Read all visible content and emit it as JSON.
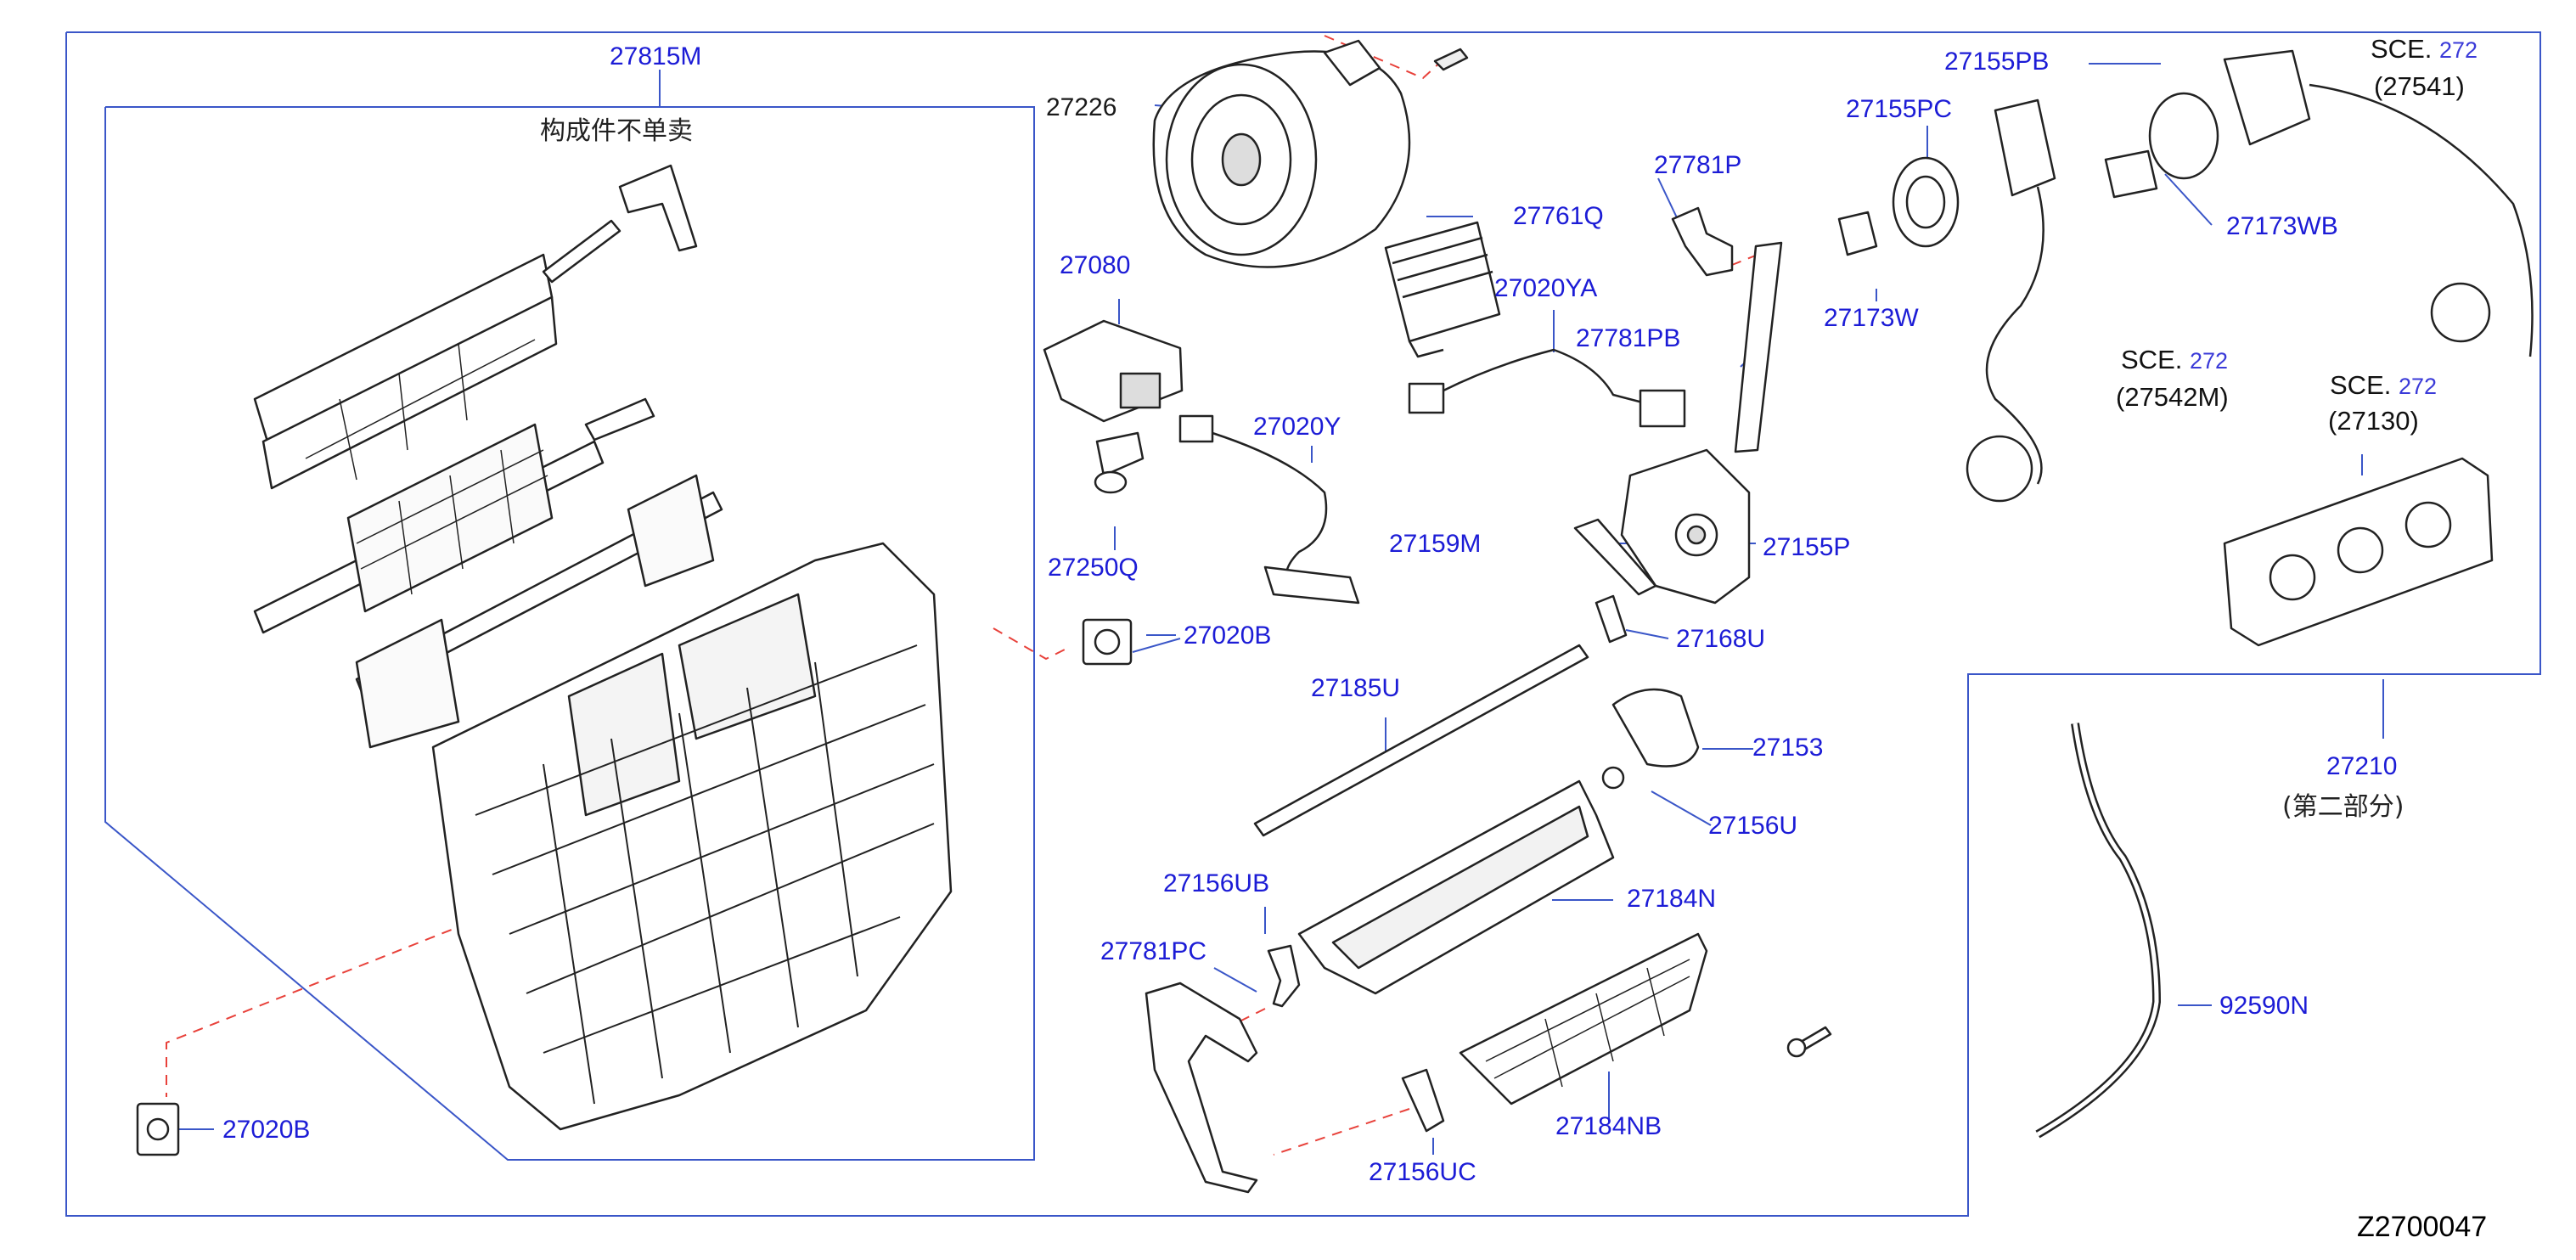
{
  "assembly_labels": {
    "heater_unit_case": "27815M",
    "blower_motor": "27226",
    "resistor": "27761Q",
    "harness_upper": "27020YA",
    "harness_lower": "27020Y",
    "actuator_main": "27080",
    "sensor_link": "27250Q",
    "clip_center": "27020B",
    "clip_bottom": "27020B",
    "lever_top": "27781P",
    "link_rod": "27781PB",
    "cam_plate": "27155P",
    "lever_m": "27159M",
    "lever_u": "27168U",
    "seal_strip": "27185U",
    "cam_small": "27153",
    "lever_small": "27156U",
    "door_main": "27184N",
    "lever_ub": "27156UB",
    "link_pc": "27781PC",
    "lever_uc": "27156UC",
    "door_grille": "27184NB",
    "gear_pc": "27155PC",
    "gear_pb": "27155PB",
    "cable_holder_w": "27173W",
    "cable_holder_wb": "27173WB",
    "panel_assy": "27210",
    "drain_hose": "92590N"
  },
  "sce_refs": {
    "ref_a": {
      "prefix": "SCE.",
      "page": "272",
      "part": "(27541)"
    },
    "ref_b": {
      "prefix": "SCE.",
      "page": "272",
      "part": "(27542M)"
    },
    "ref_c": {
      "prefix": "SCE.",
      "page": "272",
      "part": "(27130)"
    }
  },
  "notes": {
    "not_sold_separately": "构成件不单卖",
    "second_part": "(第二部分)"
  },
  "diagram_code": "Z2700047",
  "colors": {
    "frame": "#3a56c8",
    "label": "#1c1cd6",
    "dashed": "#e8413a",
    "parts": "#222222"
  }
}
